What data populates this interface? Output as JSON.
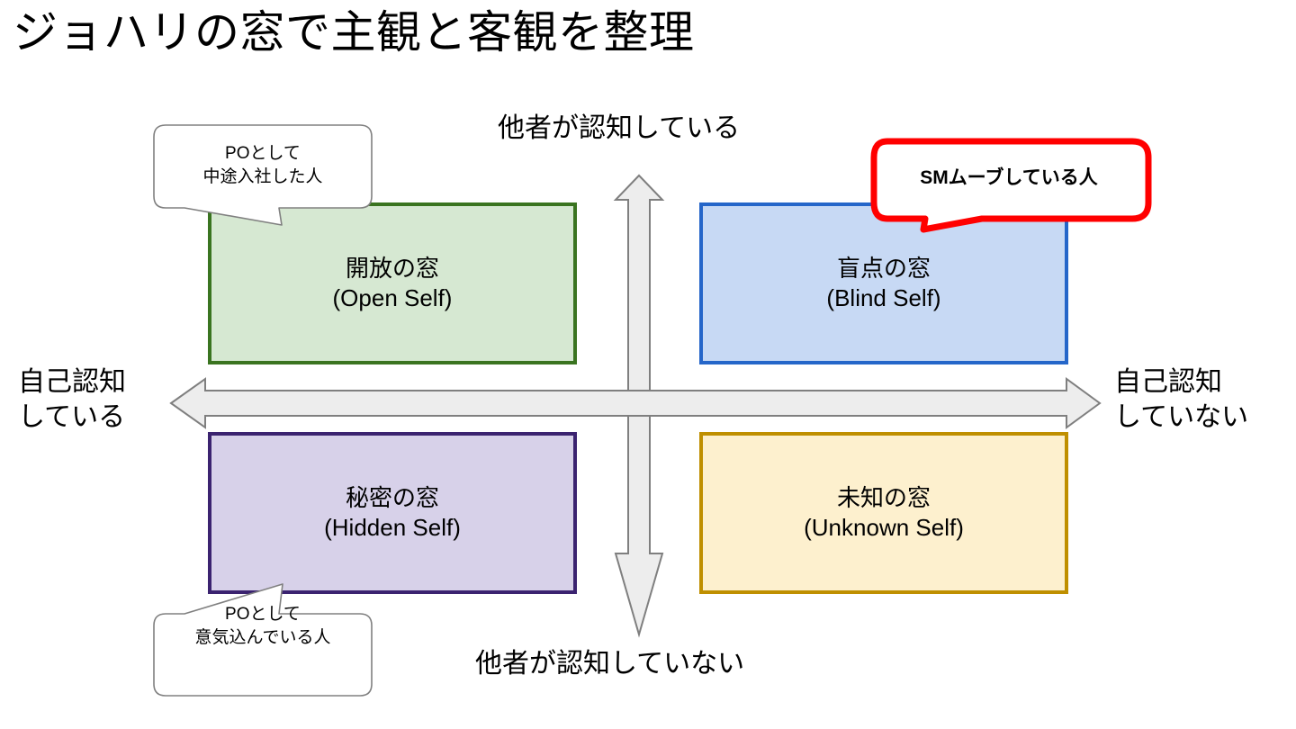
{
  "slide": {
    "title": "ジョハリの窓で主観と客観を整理",
    "background_color": "#FFFFFF"
  },
  "axes": {
    "top_label": "他者が認知している",
    "bottom_label": "他者が認知していない",
    "left_label_line1": "自己認知",
    "left_label_line2": "している",
    "right_label_line1": "自己認知",
    "right_label_line2": "していない",
    "arrow_fill": "#EDEDED",
    "arrow_stroke": "#7F7F7F"
  },
  "quadrants": [
    {
      "key": "open",
      "jp": "開放の窓",
      "en": "(Open Self)",
      "fill": "#D6E8D2",
      "border": "#3A7420"
    },
    {
      "key": "blind",
      "jp": "盲点の窓",
      "en": "(Blind Self)",
      "fill": "#C7D9F4",
      "border": "#2566C9"
    },
    {
      "key": "hidden",
      "jp": "秘密の窓",
      "en": "(Hidden Self)",
      "fill": "#D7D1E9",
      "border": "#3B2370"
    },
    {
      "key": "unknown",
      "jp": "未知の窓",
      "en": "(Unknown Self)",
      "fill": "#FDF0CE",
      "border": "#BF8F00"
    }
  ],
  "callouts": [
    {
      "key": "top-left",
      "line1": "POとして",
      "line2": "中途入社した人",
      "fill": "#FFFFFF",
      "border": "#808080",
      "points_to": "open"
    },
    {
      "key": "bottom-left",
      "line1": "POとして",
      "line2": "意気込んでいる人",
      "fill": "#FFFFFF",
      "border": "#808080",
      "points_to": "hidden"
    },
    {
      "key": "top-right",
      "line1": "SMムーブしている人",
      "line2": "",
      "fill": "#FFFFFF",
      "border": "#FF0000",
      "points_to": "blind"
    }
  ]
}
